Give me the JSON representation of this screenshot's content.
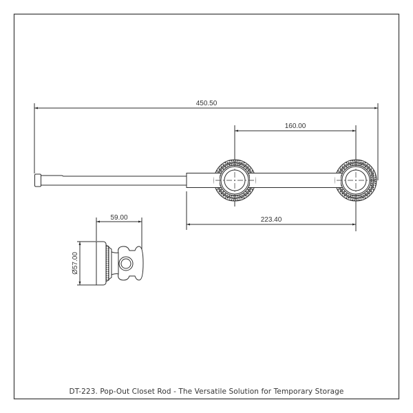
{
  "drawing": {
    "caption": "DT-223. Pop-Out Closet Rod - The Versatile Solution for Temporary Storage",
    "units": "mm",
    "dimensions": {
      "overall_length": "450.50",
      "mount_spacing": "160.00",
      "base_length": "223.40",
      "side_depth": "59.00",
      "side_diameter": "Ø57.00"
    },
    "views": [
      "top-view",
      "side-view"
    ],
    "colors": {
      "line": "#2b2b2b",
      "frame": "#444444",
      "background": "#ffffff"
    }
  }
}
